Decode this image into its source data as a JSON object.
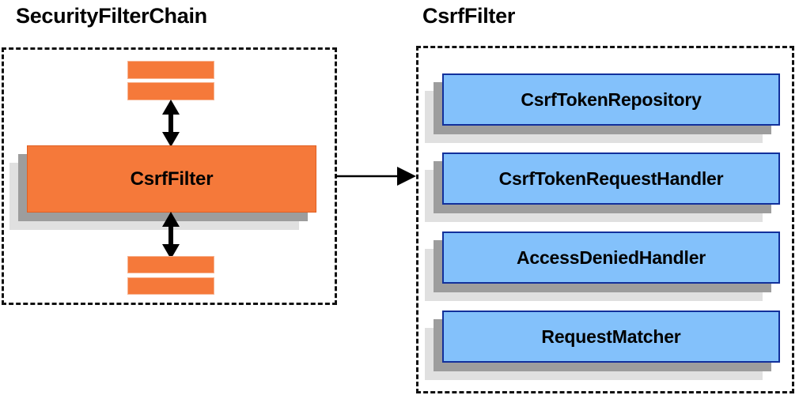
{
  "diagram": {
    "type": "architecture-diagram",
    "background_color": "#ffffff",
    "panels": [
      {
        "id": "security-filter-chain",
        "title": "SecurityFilterChain",
        "container_style": "dashed",
        "container_color": "#111111",
        "nodes": [
          {
            "id": "filter-stub-top-1",
            "label": "",
            "kind": "filter-stub",
            "color": "#f5793a"
          },
          {
            "id": "filter-stub-top-2",
            "label": "",
            "kind": "filter-stub",
            "color": "#f5793a"
          },
          {
            "id": "csrf-filter",
            "label": "CsrfFilter",
            "kind": "filter",
            "color": "#f5793a"
          },
          {
            "id": "filter-stub-bottom-1",
            "label": "",
            "kind": "filter-stub",
            "color": "#f5793a"
          },
          {
            "id": "filter-stub-bottom-2",
            "label": "",
            "kind": "filter-stub",
            "color": "#f5793a"
          }
        ],
        "connectors": [
          {
            "id": "link-above-csrf",
            "kind": "double-arrow",
            "orientation": "vertical"
          },
          {
            "id": "link-below-csrf",
            "kind": "double-arrow",
            "orientation": "vertical"
          }
        ]
      },
      {
        "id": "csrf-filter-detail",
        "title": "CsrfFilter",
        "container_style": "dashed",
        "container_color": "#111111",
        "nodes": [
          {
            "id": "csrf-token-repository",
            "label": "CsrfTokenRepository",
            "kind": "collaborator",
            "color": "#83c1fb"
          },
          {
            "id": "csrf-token-request-handler",
            "label": "CsrfTokenRequestHandler",
            "kind": "collaborator",
            "color": "#83c1fb"
          },
          {
            "id": "access-denied-handler",
            "label": "AccessDeniedHandler",
            "kind": "collaborator",
            "color": "#83c1fb"
          },
          {
            "id": "request-matcher",
            "label": "RequestMatcher",
            "kind": "collaborator",
            "color": "#83c1fb"
          }
        ]
      }
    ],
    "cross_panel_connector": {
      "id": "zoom-in-arrow",
      "kind": "single-arrow",
      "orientation": "horizontal",
      "from": "security-filter-chain",
      "to": "csrf-filter-detail"
    },
    "colors": {
      "orange_fill": "#f5793a",
      "orange_border": "#e05f22",
      "blue_fill": "#83c1fb",
      "blue_border": "#12309b",
      "shadow_dark": "#9d9d9d",
      "shadow_light": "#e0e0e0",
      "dashed_border": "#111111",
      "text": "#000000"
    }
  }
}
